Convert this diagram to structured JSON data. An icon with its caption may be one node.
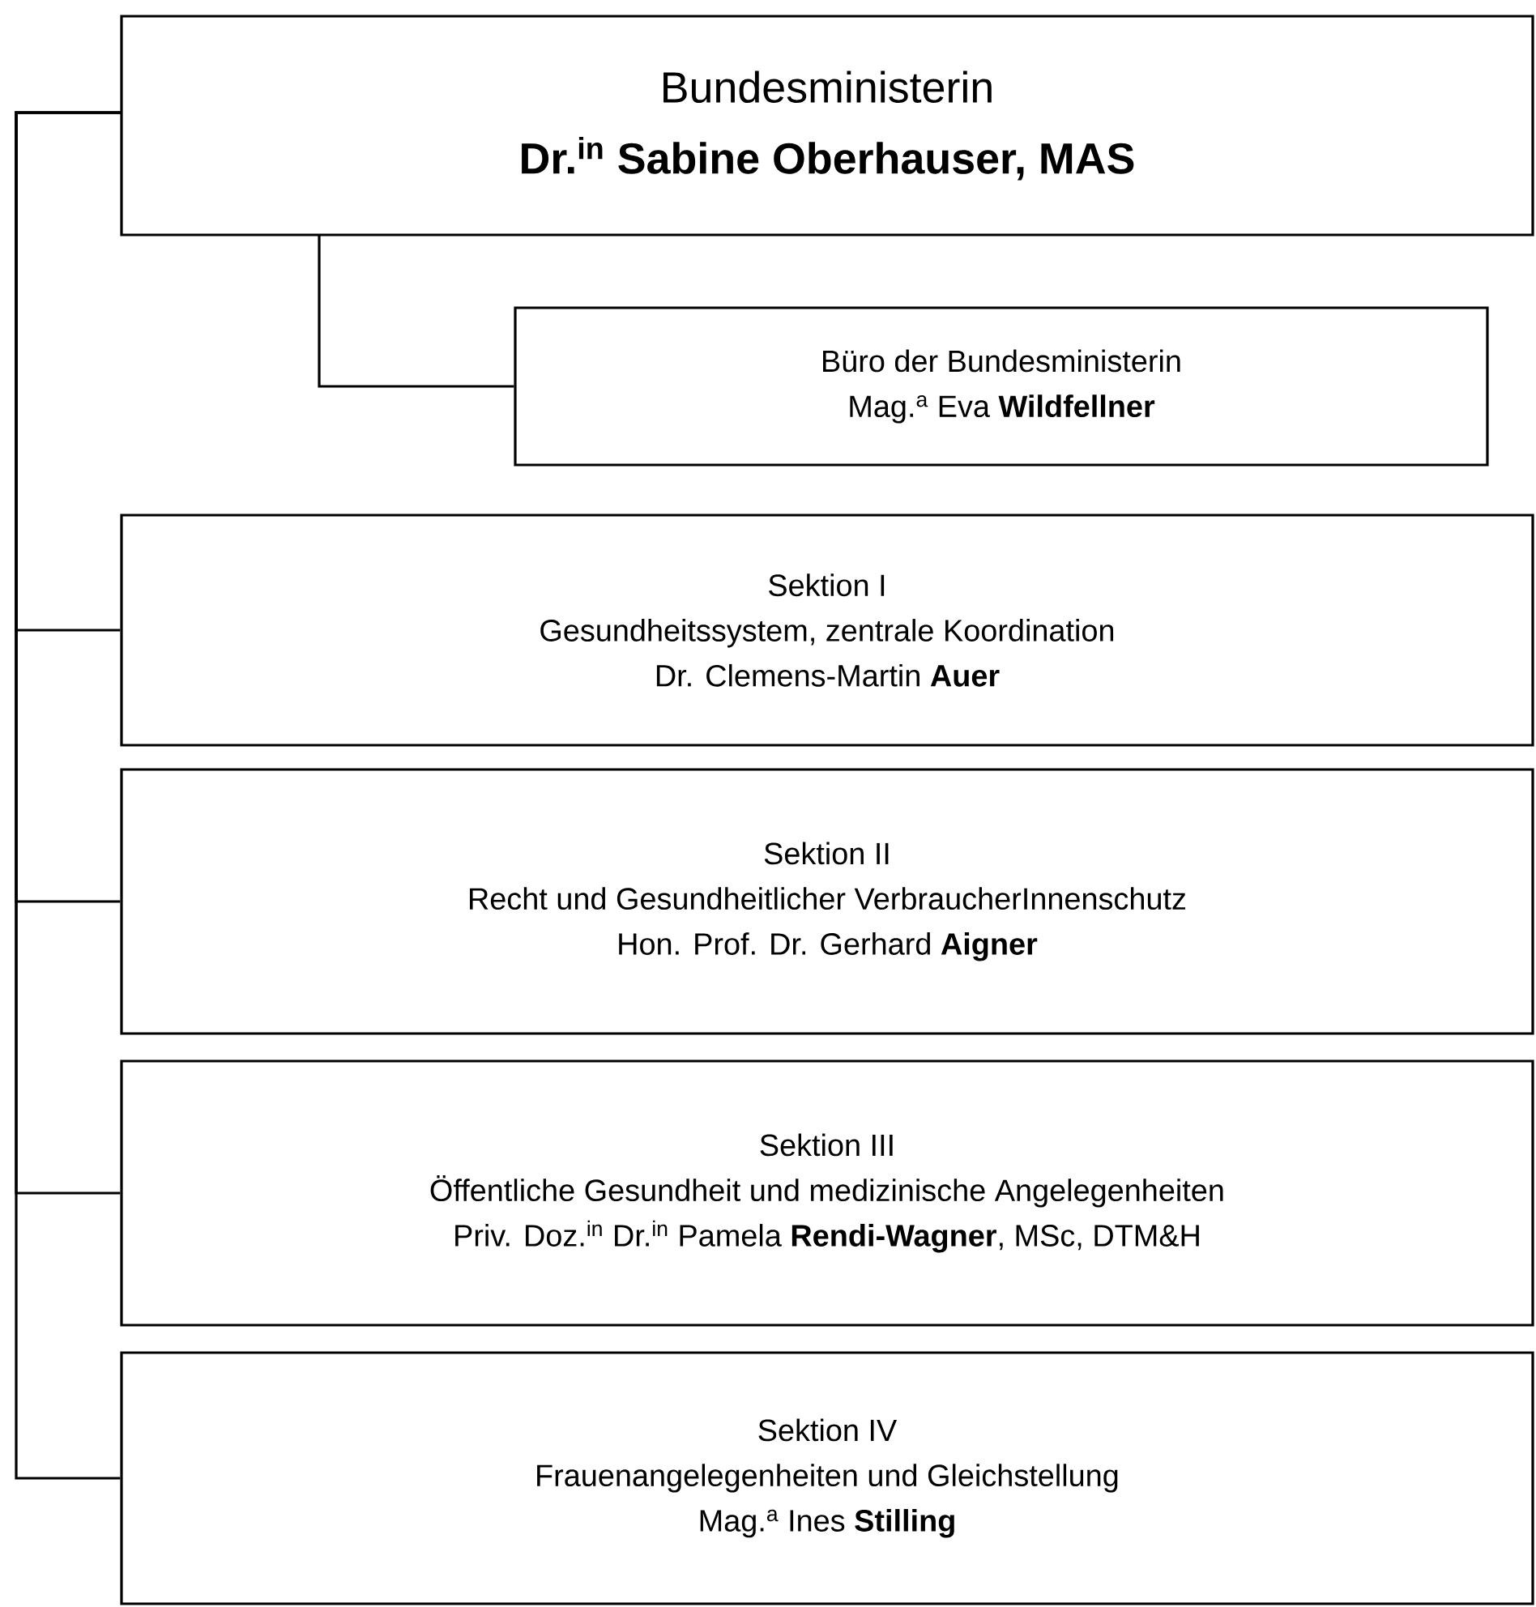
{
  "diagram": {
    "nodes": [
      {
        "text": [
          "Bundesministerin",
          "Dr.$^{in}$ Sabine Oberhauser, MAS"
        ]
      },
      {
        "text": [
          "Büro der Bundesministerin",
          "Mag.$^{a}$ Eva **Wildfellner**"
        ]
      },
      {
        "text": [
          "Sektion I",
          "Gesundheitssystem, zentrale Koordination",
          "Dr. Clemens-Martin **Auer**"
        ]
      },
      {
        "text": [
          "Sektion II",
          "Recht und Gesundheitlicher VerbraucherInnenschutz",
          "Hon. Prof. Dr. Gerhard **Aigner**"
        ]
      },
      {
        "text": [
          "Sektion III",
          "Öffentliche Gesundheit und medizinische Angelegenheiten",
          "Priv. Doz.$^{in}$ Dr.$^{in}$ Pamela **Rendi-Wagner**, MSc, DTM&H"
        ]
      },
      {
        "text": [
          "Sektion IV",
          "Frauenangelegenheiten und Gleichstellung",
          "Mag.$^{a}$ Ines **Stilling**"
        ]
      }
    ],
    "edges": [
      {
        "from": 0,
        "to": 1,
        "arrow": "none"
      },
      {
        "from": 0,
        "to": 2,
        "arrow": "none"
      },
      {
        "from": 0,
        "to": 3,
        "arrow": "none"
      },
      {
        "from": 0,
        "to": 4,
        "arrow": "none"
      },
      {
        "from": 0,
        "to": 5,
        "arrow": "none"
      }
    ]
  }
}
